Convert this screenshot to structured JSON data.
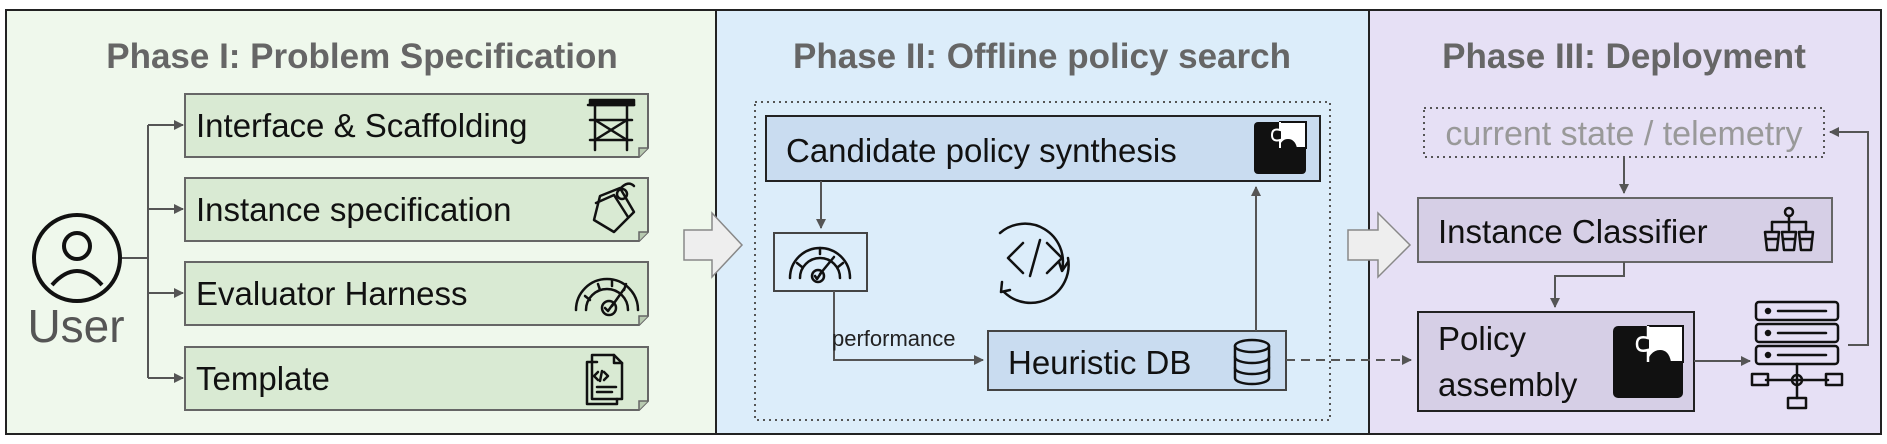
{
  "phases": [
    {
      "title": "Phase I: Problem Specification",
      "bg": "#eff8ec"
    },
    {
      "title": "Phase II: Offline policy search",
      "bg": "#dcedfa"
    },
    {
      "title": "Phase III: Deployment",
      "bg": "#e6e0f5"
    }
  ],
  "user": {
    "label": "User",
    "icon": "user-icon"
  },
  "phase1": {
    "items": [
      {
        "label": "Interface & Scaffolding",
        "icon": "scaffolding-icon"
      },
      {
        "label": "Instance specification",
        "icon": "tag-icon"
      },
      {
        "label": "Evaluator Harness",
        "icon": "gauge-icon"
      },
      {
        "label": "Template",
        "icon": "code-document-icon"
      }
    ],
    "box_color": "#d9ead3"
  },
  "phase2": {
    "synthesis": {
      "label": "Candidate policy synthesis",
      "icon": "puzzle-icon"
    },
    "evaluator": {
      "icon": "gauge-icon"
    },
    "cycle_icon": "code-cycle-icon",
    "edge_label": "performance",
    "db": {
      "label": "Heuristic DB",
      "icon": "database-icon"
    },
    "box_color": "#c9dcf0"
  },
  "phase3": {
    "telemetry": {
      "label": "current state / telemetry"
    },
    "classifier": {
      "label": "Instance Classifier",
      "icon": "classifier-tree-icon"
    },
    "assembly": {
      "label_line1": "Policy",
      "label_line2": "assembly",
      "icon": "puzzle-icon"
    },
    "server_icon": "server-network-icon",
    "box_color": "#d6cfe6"
  }
}
